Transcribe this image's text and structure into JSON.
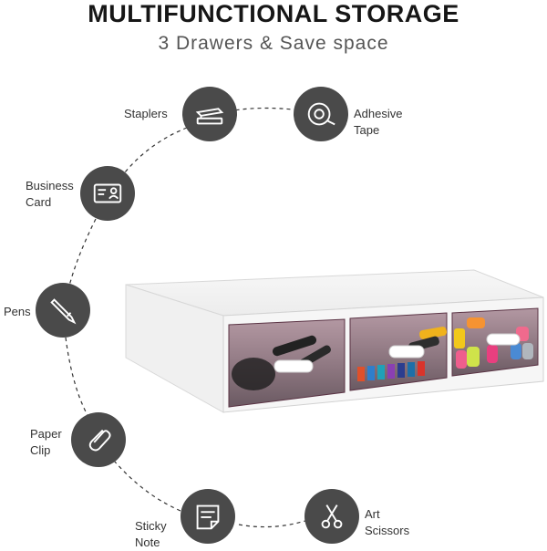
{
  "header": {
    "title": "MULTIFUNCTIONAL STORAGE",
    "subtitle": "3 Drawers & Save space"
  },
  "features": [
    {
      "name": "Staplers",
      "icon": "stapler-icon"
    },
    {
      "name": "Adhesive Tape",
      "icon": "tape-icon"
    },
    {
      "name": "Business Card",
      "icon": "business-card-icon"
    },
    {
      "name": "Pens",
      "icon": "pen-icon"
    },
    {
      "name": "Paper Clip",
      "icon": "paper-clip-icon"
    },
    {
      "name": "Sticky Note",
      "icon": "sticky-note-icon"
    },
    {
      "name": "Art Scissors",
      "icon": "scissors-icon"
    }
  ],
  "colors": {
    "icon_bg": "#4a4a4a",
    "drawer_tint": "#6b3a4e",
    "organizer_body": "#f4f4f4"
  }
}
